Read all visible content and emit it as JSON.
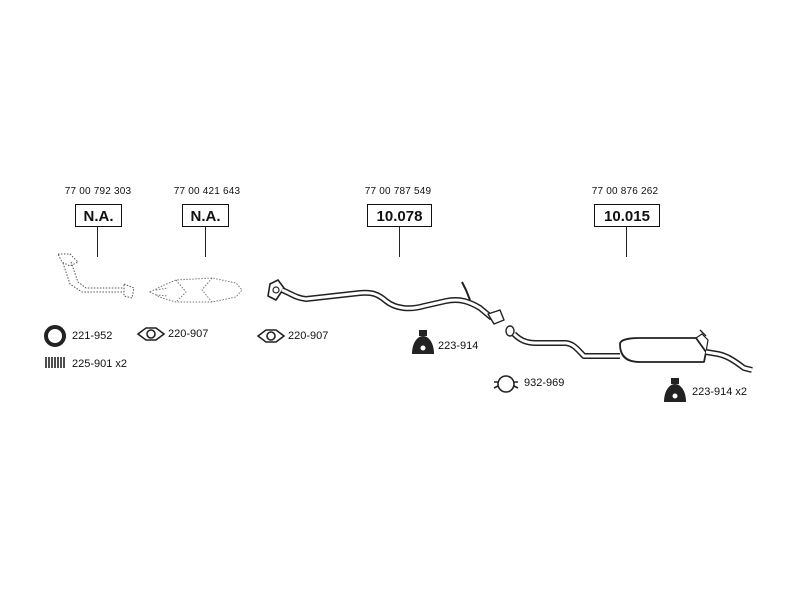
{
  "sections": [
    {
      "ref": "77 00 792 303",
      "code": "N.A."
    },
    {
      "ref": "77 00 421 643",
      "code": "N.A."
    },
    {
      "ref": "77 00 787 549",
      "code": "10.078"
    },
    {
      "ref": "77 00 876 262",
      "code": "10.015"
    }
  ],
  "parts": {
    "ring_gasket": "221-952",
    "spring_bolt": "225-901 x2",
    "flange_gasket_1": "220-907",
    "flange_gasket_2": "220-907",
    "rubber_mount_1": "223-914",
    "clamp": "932-969",
    "rubber_mount_2": "223-914 x2"
  },
  "icons": {
    "front_pipe": "front-pipe-icon",
    "catalyst": "catalytic-converter-icon",
    "middle_pipe": "middle-pipe-icon",
    "rear_silencer": "rear-silencer-icon"
  }
}
